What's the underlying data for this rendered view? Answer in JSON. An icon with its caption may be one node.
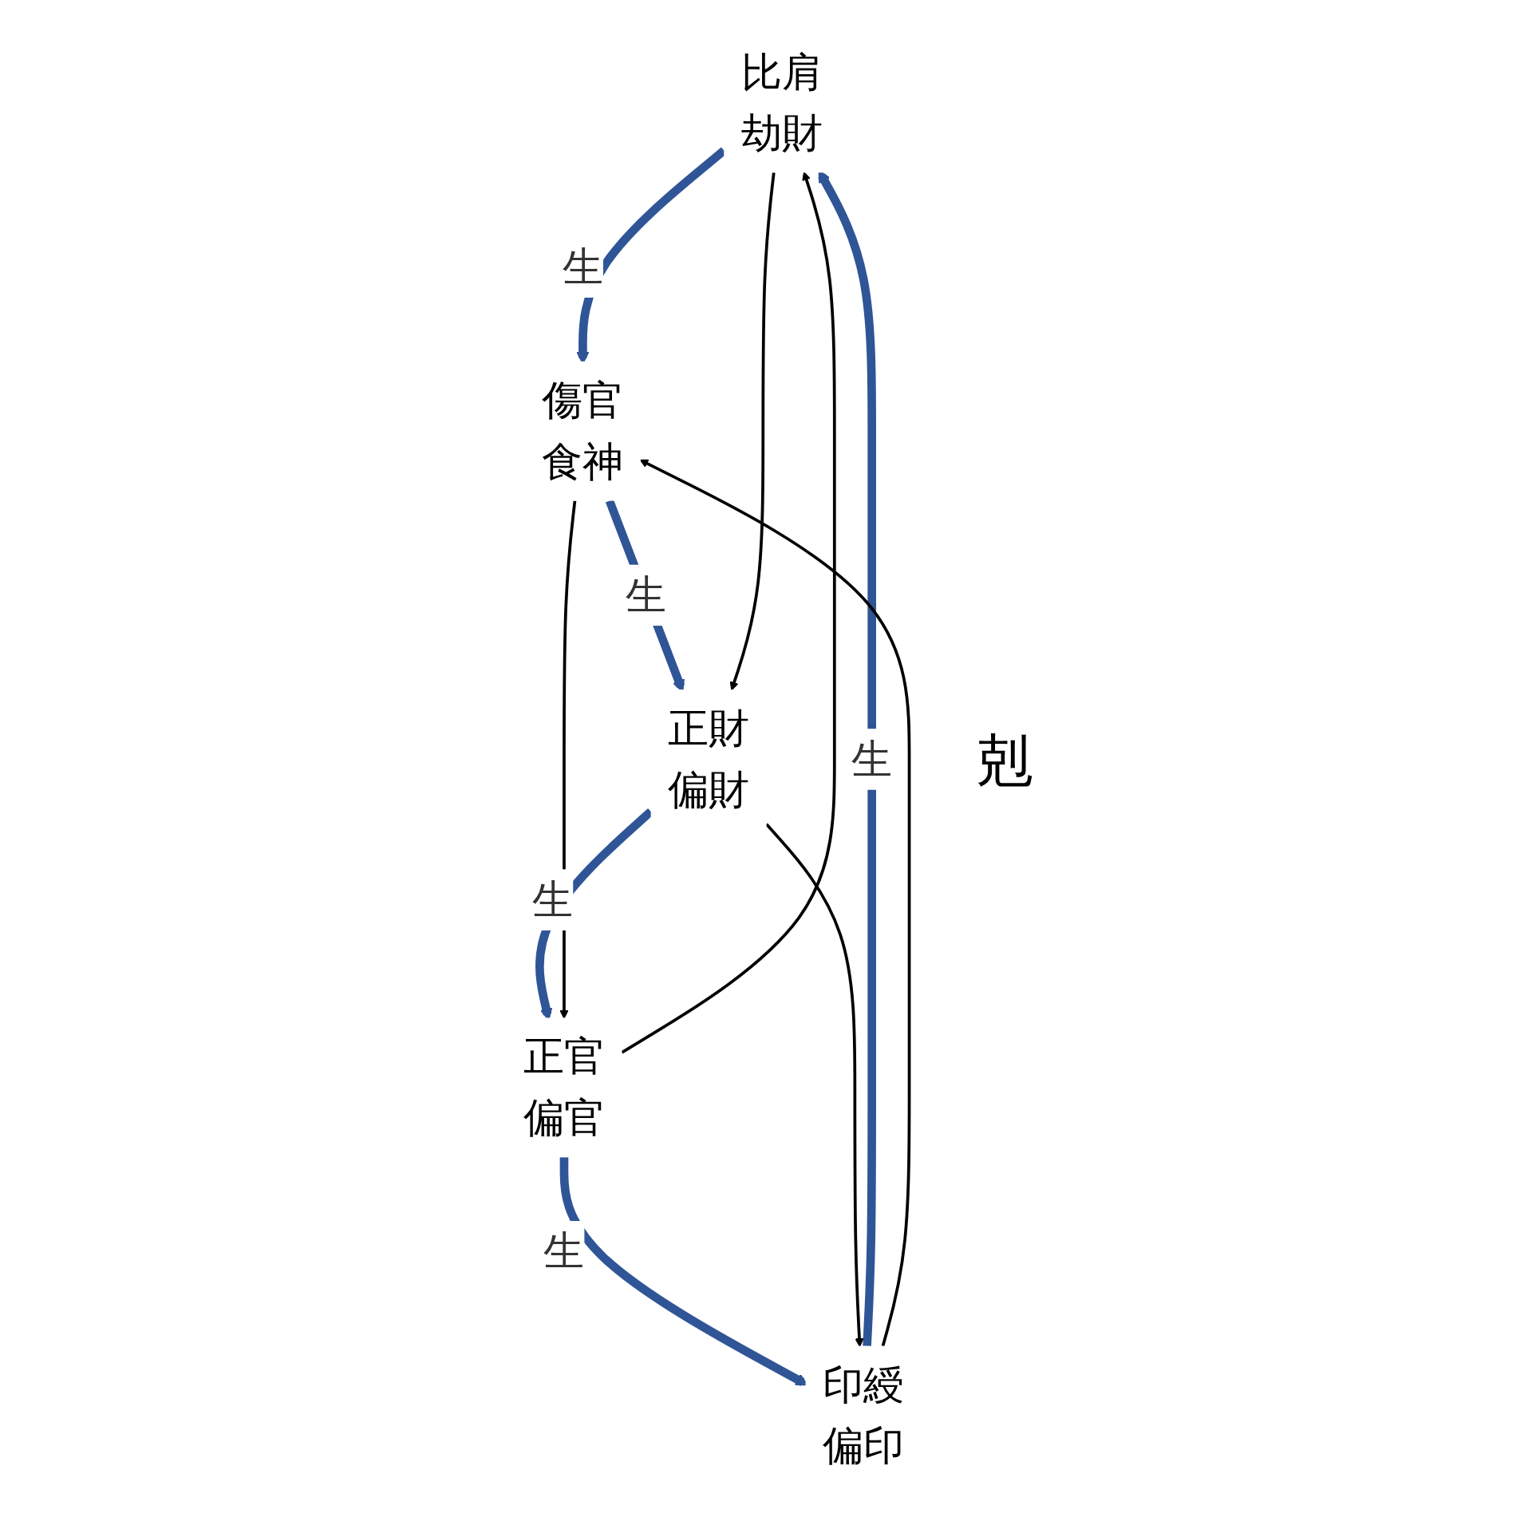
{
  "diagram": {
    "nodes": [
      {
        "text": [
          "比肩",
          "劫財"
        ]
      },
      {
        "text": [
          "印綬",
          "偏印"
        ]
      },
      {
        "text": [
          "傷官",
          "食神"
        ]
      },
      {
        "text": [
          "正官",
          "偏官"
        ]
      },
      {
        "text": [
          "正財",
          "偏財"
        ]
      }
    ],
    "edges": [
      {
        "from": 0,
        "to": 2,
        "arrow": "to",
        "label": "生",
        "style": "thick",
        "color": "#2f5597"
      },
      {
        "from": 2,
        "to": 4,
        "arrow": "to",
        "label": "生",
        "style": "thick",
        "color": "#2f5597"
      },
      {
        "from": 4,
        "to": 3,
        "arrow": "to",
        "label": "生",
        "style": "thick",
        "color": "#2f5597"
      },
      {
        "from": 3,
        "to": 1,
        "arrow": "to",
        "label": "生",
        "style": "thick",
        "color": "#2f5597"
      },
      {
        "from": 1,
        "to": 0,
        "arrow": "to",
        "label": "生",
        "style": "thick",
        "color": "#2f5597"
      },
      {
        "from": 1,
        "to": 2,
        "arrow": "to",
        "color": "#000000"
      },
      {
        "from": 3,
        "to": 0,
        "arrow": "to",
        "color": "#000000"
      },
      {
        "from": 0,
        "to": 4,
        "arrow": "to",
        "color": "#000000"
      },
      {
        "from": 2,
        "to": 3,
        "arrow": "to",
        "color": "#000000"
      },
      {
        "from": 4,
        "to": 1,
        "arrow": "to",
        "color": "#000000"
      }
    ],
    "labels": [
      "剋"
    ]
  }
}
